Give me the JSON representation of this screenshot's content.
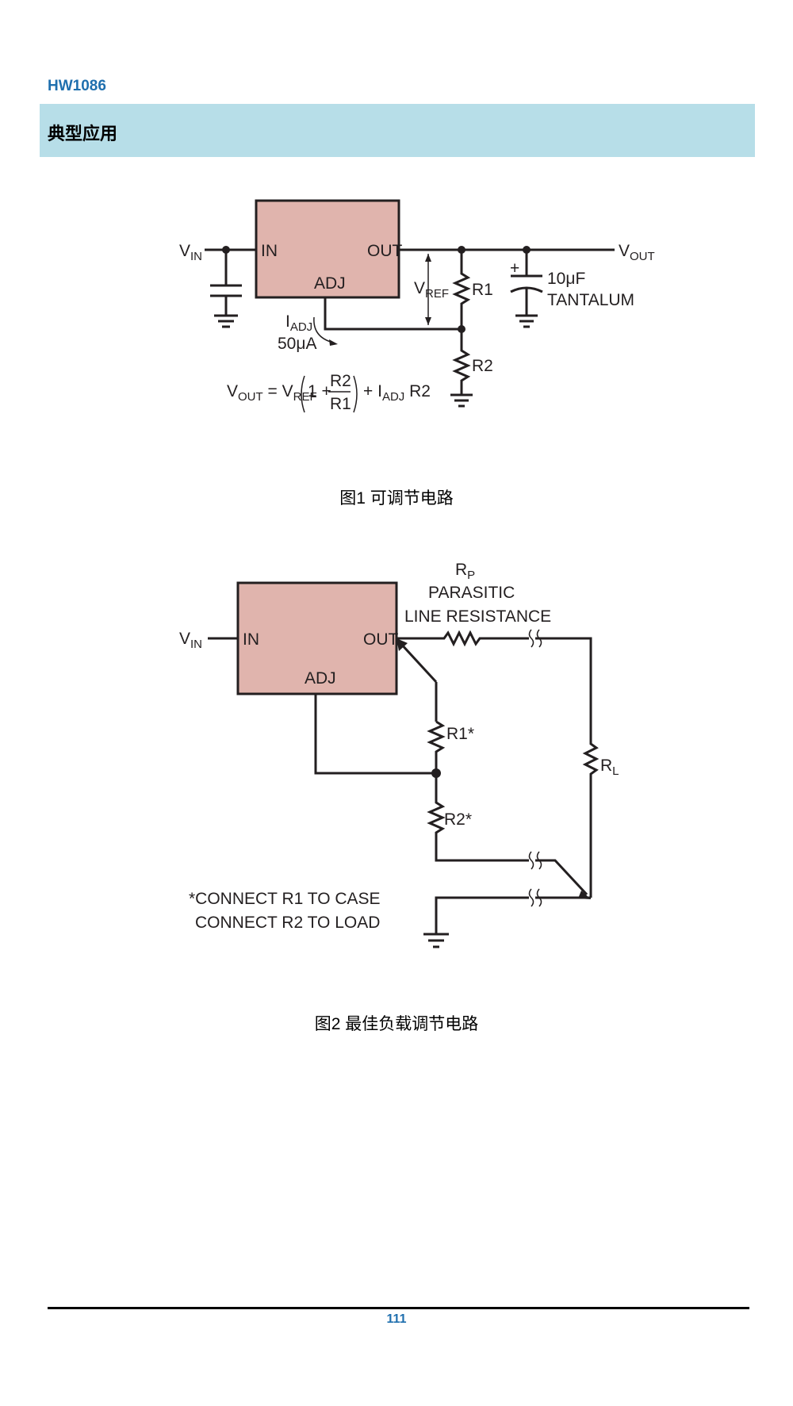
{
  "header": {
    "doc_id": "HW1086",
    "section_title": "典型应用"
  },
  "figure1": {
    "vin": "V",
    "vin_sub": "IN",
    "in_pin": "IN",
    "out_pin": "OUT",
    "adj_pin": "ADJ",
    "vout": "V",
    "vout_sub": "OUT",
    "vref": "V",
    "vref_sub": "REF",
    "r1": "R1",
    "r2": "R2",
    "cap_plus": "+",
    "cap_value": "10μF",
    "cap_type": "TANTALUM",
    "iadj": "I",
    "iadj_sub": "ADJ",
    "iadj_value": "50μA",
    "formula": {
      "vout": "V",
      "vout_sub": "OUT",
      "eq": "=",
      "vref": "V",
      "vref_sub": "REF",
      "one_plus": "1 +",
      "num": "R2",
      "den": "R1",
      "plus": "+",
      "iadj": "I",
      "iadj_sub": "ADJ",
      "r2": "R2"
    },
    "caption": "图1  可调节电路"
  },
  "figure2": {
    "vin": "V",
    "vin_sub": "IN",
    "in_pin": "IN",
    "out_pin": "OUT",
    "adj_pin": "ADJ",
    "rp": "R",
    "rp_sub": "P",
    "rp_desc1": "PARASITIC",
    "rp_desc2": "LINE RESISTANCE",
    "r1": "R1*",
    "r2": "R2*",
    "rl": "R",
    "rl_sub": "L",
    "note1": "*CONNECT R1 TO CASE",
    "note2": "CONNECT R2 TO LOAD",
    "caption": "图2  最佳负载调节电路"
  },
  "footer": {
    "page_number": "111"
  },
  "colors": {
    "accent": "#1f6fae",
    "section_bar": "#b7dee8",
    "ic_body": "#e0b4ad",
    "line": "#231f20"
  }
}
